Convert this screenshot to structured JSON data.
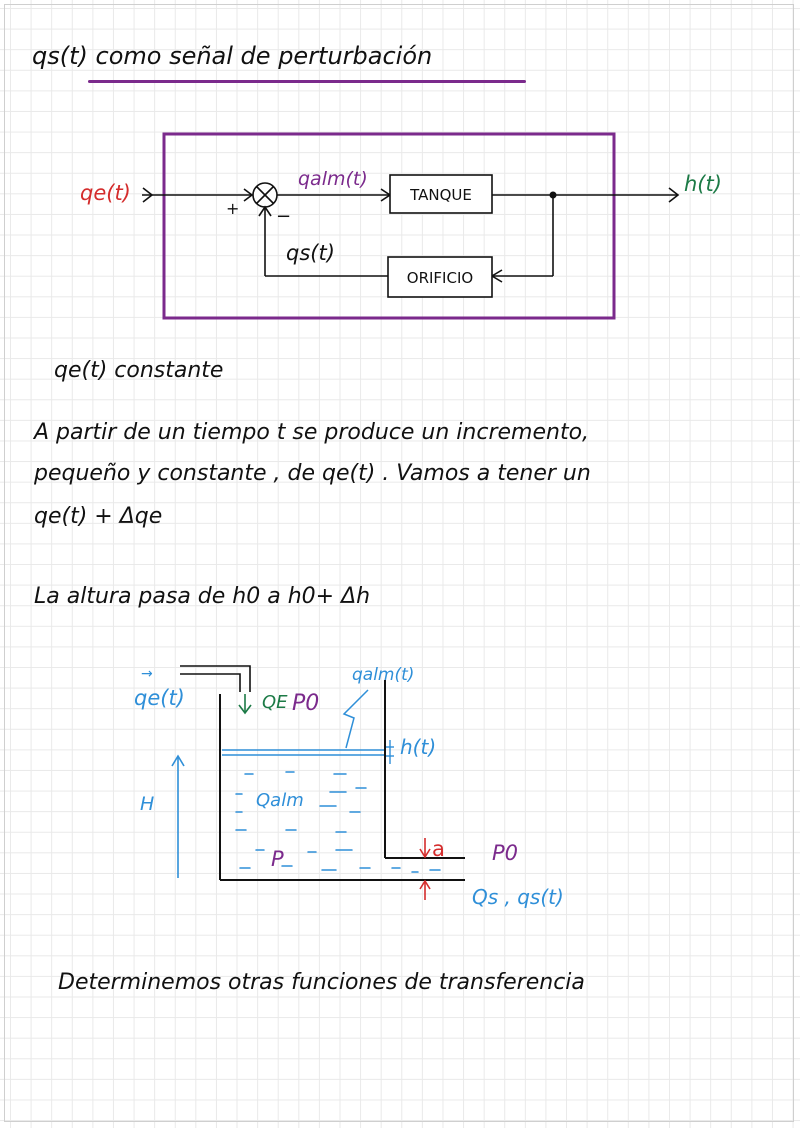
{
  "title": "qs(t) como señal de perturbación",
  "colors": {
    "purple": "#7b2a8c",
    "red": "#d42c2c",
    "green": "#1c7a46",
    "blue": "#2f8fd8",
    "ink": "#111111"
  },
  "block_diagram": {
    "input_label": "qe(t)",
    "output_label": "h(t)",
    "sum_plus": "+",
    "sum_minus": "−",
    "flow_label": "qalm(t)",
    "tank_label": "TANQUE",
    "feedback_label": "qs(t)",
    "orifice_label": "ORIFICIO"
  },
  "text": {
    "note1": "qe(t) constante",
    "para1": "A partir de un tiempo t se produce un incremento,",
    "para2": "pequeño y constante , de qe(t) . Vamos a tener un",
    "para3": "qe(t) + Δqe",
    "para4": "La altura pasa de h0 a h0+ Δh",
    "closing": "Determinemos otras funciones de transferencia"
  },
  "tank_diagram": {
    "inflow_label": "qe(t)",
    "QE_label": "QE",
    "P0_top": "P0",
    "qalm_label": "qalm(t)",
    "h_label": "h(t)",
    "H_label": "H",
    "Qalm_label": "Qalm",
    "P_label": "P",
    "a_label": "a",
    "P0_right": "P0",
    "Qs_label": "Qs , qs(t)"
  }
}
